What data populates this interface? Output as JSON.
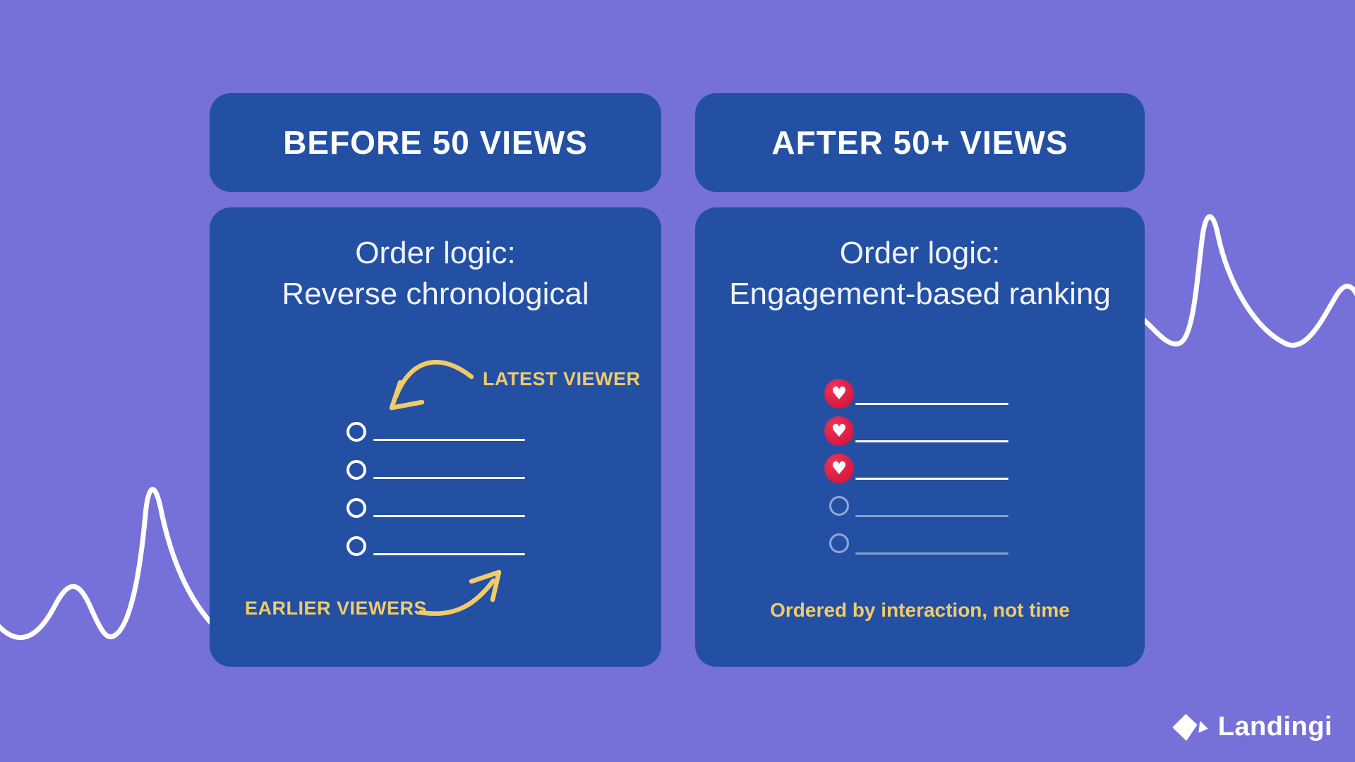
{
  "colors": {
    "background": "#7571D9",
    "card_blue": "#2450A4",
    "accent_yellow": "#F0CB68",
    "heart_red": "#D8103C",
    "line_white": "#FFFFFF"
  },
  "icons": {
    "heart": "♥"
  },
  "left_panel": {
    "header": "BEFORE 50 VIEWS",
    "order_logic": [
      "Order logic:",
      "Reverse chronological"
    ],
    "latest_viewer_label": "LATEST VIEWER",
    "earlier_viewers_label": "EARLIER VIEWERS",
    "viewer_row_count": 4
  },
  "right_panel": {
    "header": "AFTER 50+ VIEWS",
    "order_logic": [
      "Order logic:",
      "Engagement-based ranking"
    ],
    "footer_note": "Ordered by interaction, not time",
    "hearted_row_count": 3,
    "regular_row_count": 2
  },
  "brand": {
    "name": "Landingi"
  }
}
